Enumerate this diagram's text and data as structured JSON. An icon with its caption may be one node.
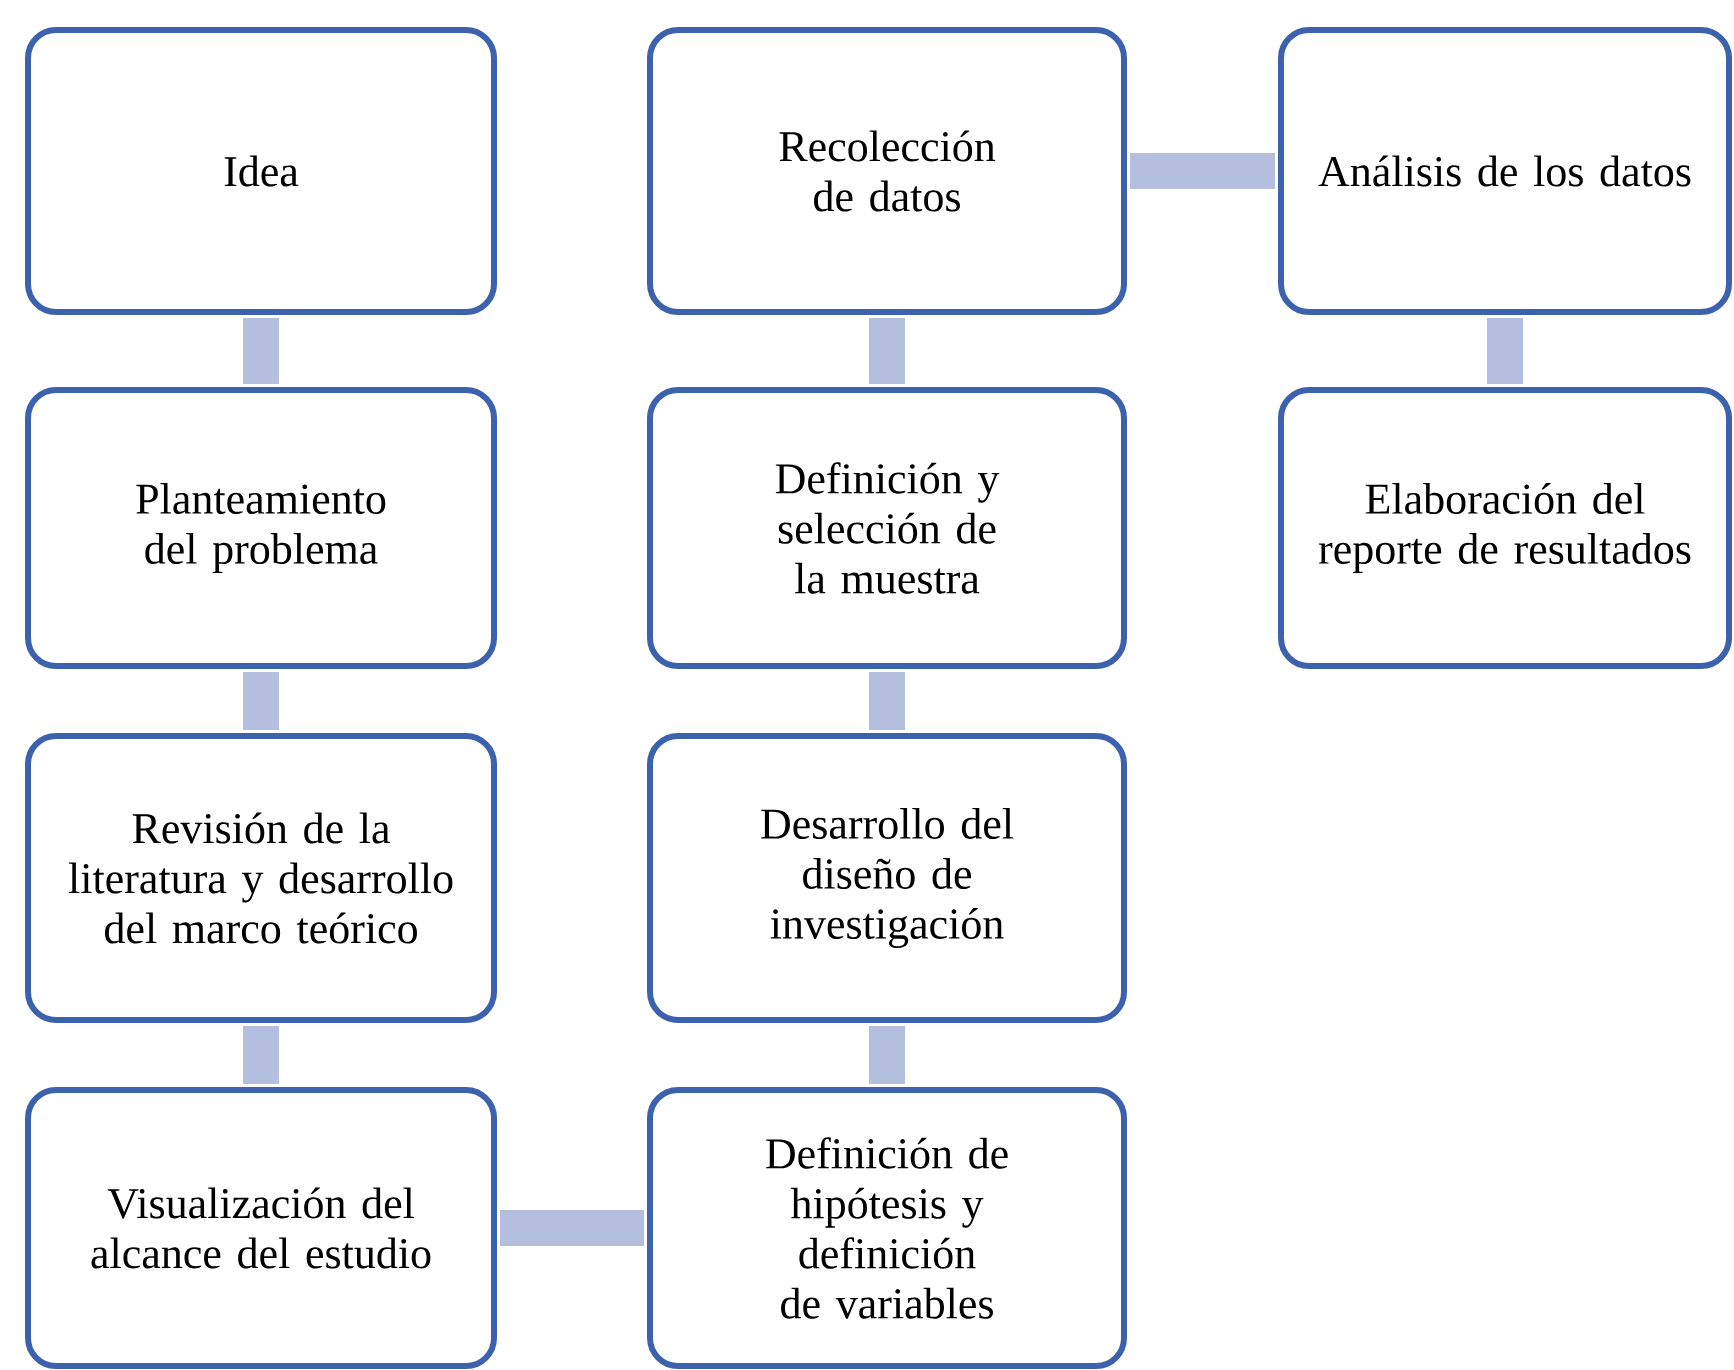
{
  "diagram": {
    "nodes": [
      {
        "text": [
          "Idea"
        ]
      },
      {
        "text": [
          "Planteamiento del problema"
        ]
      },
      {
        "text": [
          "Revisión de la literatura y desarrollo del marco teórico"
        ]
      },
      {
        "text": [
          "Visualización del alcance del estudio"
        ]
      },
      {
        "text": [
          "Definición de hipótesis y definición de variables"
        ]
      },
      {
        "text": [
          "Desarrollo del diseño de investigación"
        ]
      },
      {
        "text": [
          "Definición y selección de la muestra"
        ]
      },
      {
        "text": [
          "Recolección de datos"
        ]
      },
      {
        "text": [
          "Análisis de los datos"
        ]
      },
      {
        "text": [
          "Elaboración del reporte de resultados"
        ]
      }
    ],
    "edges": [
      {
        "from": 0,
        "to": 1,
        "arrow": "none"
      },
      {
        "from": 1,
        "to": 2,
        "arrow": "none"
      },
      {
        "from": 2,
        "to": 3,
        "arrow": "none"
      },
      {
        "from": 3,
        "to": 4,
        "arrow": "none"
      },
      {
        "from": 4,
        "to": 5,
        "arrow": "none"
      },
      {
        "from": 5,
        "to": 6,
        "arrow": "none"
      },
      {
        "from": 6,
        "to": 7,
        "arrow": "none"
      },
      {
        "from": 7,
        "to": 8,
        "arrow": "none"
      },
      {
        "from": 8,
        "to": 9,
        "arrow": "none"
      }
    ]
  }
}
